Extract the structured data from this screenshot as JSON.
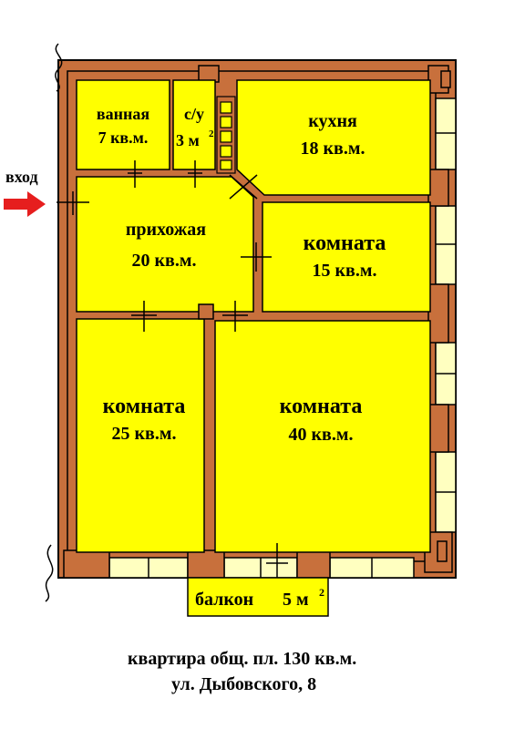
{
  "entrance_label": "вход",
  "rooms": [
    {
      "id": "bathroom",
      "name": "ванная",
      "area": "7 кв.м."
    },
    {
      "id": "toilet",
      "name": "с/у",
      "area": "3 м",
      "area_sup": "2"
    },
    {
      "id": "kitchen",
      "name": "кухня",
      "area": "18 кв.м."
    },
    {
      "id": "hallway",
      "name": "прихожая",
      "area": "20 кв.м."
    },
    {
      "id": "room15",
      "name": "комната",
      "area": "15 кв.м."
    },
    {
      "id": "room25",
      "name": "комната",
      "area": "25 кв.м."
    },
    {
      "id": "room40",
      "name": "комната",
      "area": "40 кв.м."
    }
  ],
  "balcony": {
    "name": "балкон",
    "area": "5 м",
    "area_sup": "2"
  },
  "caption": {
    "line1": "квартира общ. пл. 130 кв.м.",
    "line2": "ул. Дыбовского, 8"
  },
  "colors": {
    "room_fill": "#ffff00",
    "wall_fill": "#c8703c",
    "wall_stroke": "#000000",
    "window_fill": "#ffffc0",
    "entrance_arrow": "#e61e1e",
    "balcony_fill": "#ffff00"
  }
}
